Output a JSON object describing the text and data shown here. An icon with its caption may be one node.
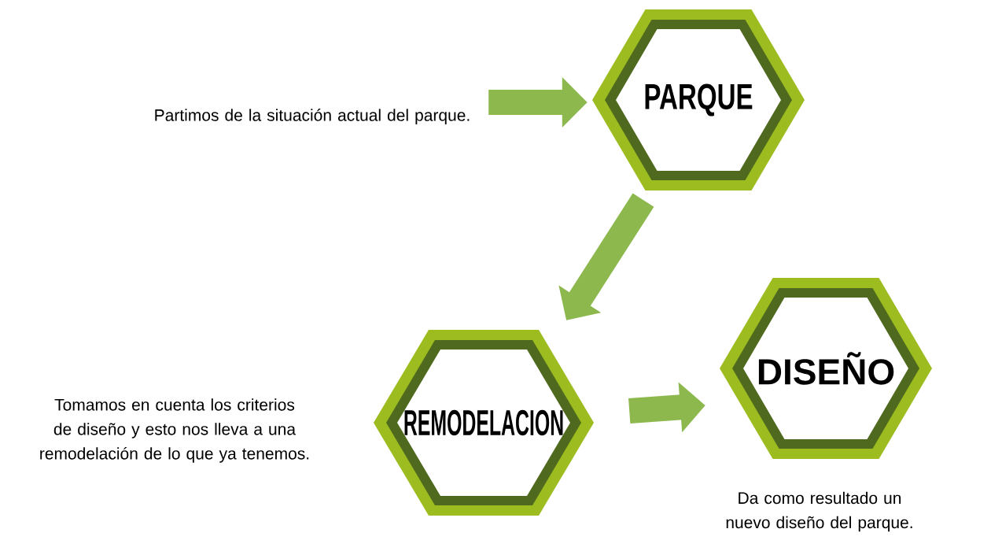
{
  "diagram": {
    "nodes": [
      {
        "text": [
          "Partimos de la situación actual del parque."
        ]
      },
      {
        "text": [
          "PARQUE"
        ]
      },
      {
        "text": [
          "REMODELACION"
        ],
        "beside": [
          "Tomamos en cuenta los criterios de diseño y esto nos lleva a una remodelación de lo que ya tenemos."
        ]
      },
      {
        "text": [
          "DISEÑO"
        ],
        "beside": [
          "Da como resultado un nuevo diseño del parque."
        ]
      }
    ],
    "edges": [
      {
        "from": 0,
        "to": 1,
        "arrow": "to"
      },
      {
        "from": 1,
        "to": 2,
        "arrow": "to"
      },
      {
        "from": 2,
        "to": 3,
        "arrow": "to"
      }
    ]
  }
}
